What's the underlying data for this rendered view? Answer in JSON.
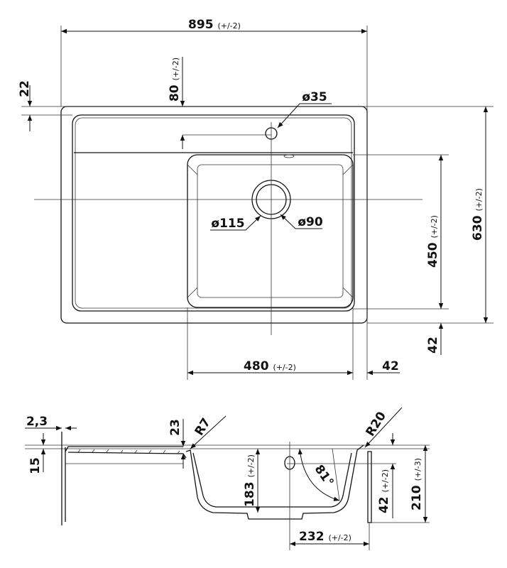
{
  "top_view": {
    "width": {
      "value": "895",
      "tol": "(+/-2)"
    },
    "tap_offset": {
      "value": "80",
      "tol": "(+/-2)"
    },
    "rim": "22",
    "tap_hole": "ø35",
    "drain_outer": "ø115",
    "drain_inner": "ø90",
    "depth": {
      "value": "630",
      "tol": "(+/-2)"
    },
    "bowl_depth": {
      "value": "450",
      "tol": "(+/-2)"
    },
    "back_margin": "42",
    "bowl_width": {
      "value": "480",
      "tol": "(+/-2)"
    },
    "side_margin": "42"
  },
  "section_view": {
    "edge": "2,3",
    "thickness": "15",
    "drainboard_step": "23",
    "radius_small": "R7",
    "radius_large": "R20",
    "bowl_height": {
      "value": "183",
      "tol": "(+/-2)"
    },
    "angle": "81°",
    "overflow": {
      "value": "42",
      "tol": "(+/-2)"
    },
    "total_height": {
      "value": "210",
      "tol": "(+/-3)"
    },
    "offset": {
      "value": "232",
      "tol": "(+/-2)"
    }
  }
}
